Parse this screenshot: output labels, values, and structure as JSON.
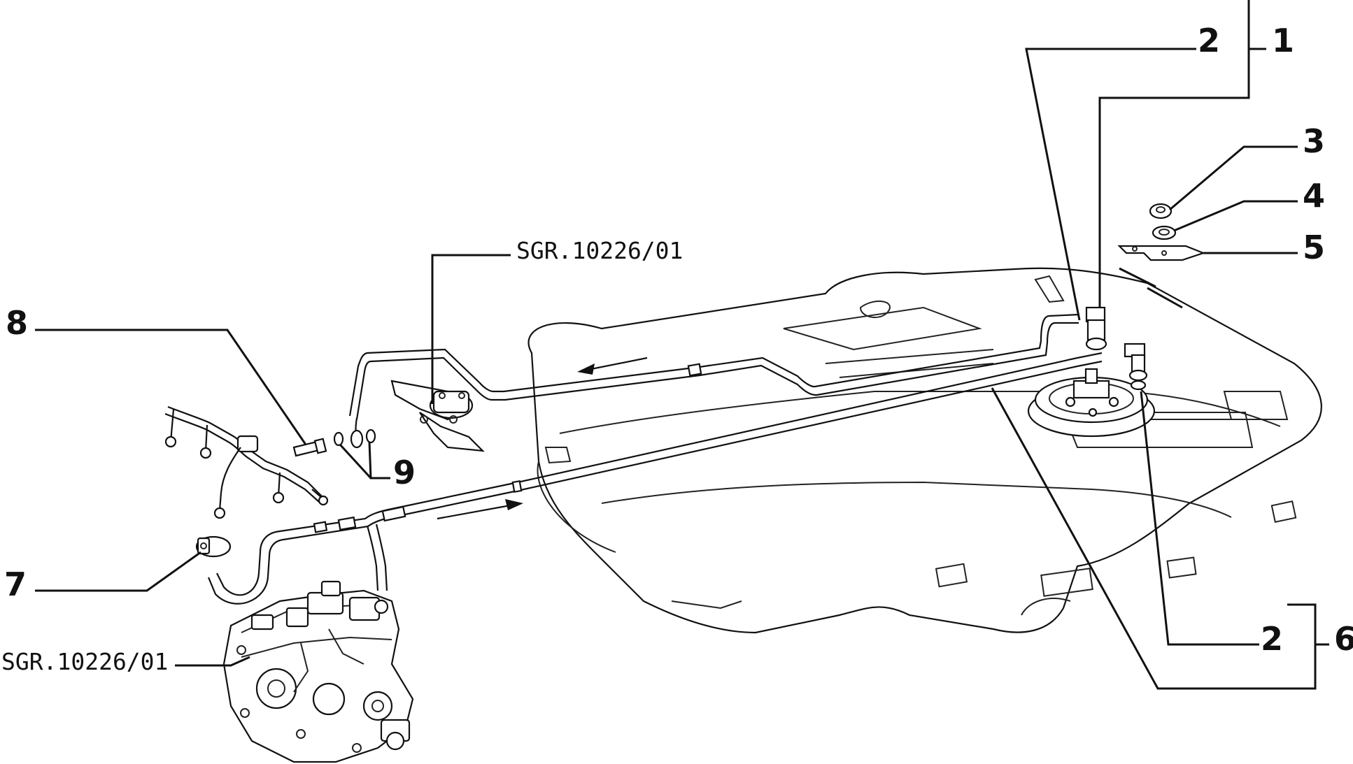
{
  "diagram": {
    "callouts": [
      {
        "id": "c1",
        "text": "1"
      },
      {
        "id": "c2a",
        "text": "2"
      },
      {
        "id": "c3",
        "text": "3"
      },
      {
        "id": "c4",
        "text": "4"
      },
      {
        "id": "c5",
        "text": "5"
      },
      {
        "id": "c6",
        "text": "6"
      },
      {
        "id": "c2b",
        "text": "2"
      },
      {
        "id": "c7",
        "text": "7"
      },
      {
        "id": "c8",
        "text": "8"
      },
      {
        "id": "c9",
        "text": "9"
      }
    ],
    "references": [
      {
        "id": "r1",
        "text": "SGR.10226/01"
      },
      {
        "id": "r2",
        "text": "SGR.10226/01"
      }
    ]
  }
}
